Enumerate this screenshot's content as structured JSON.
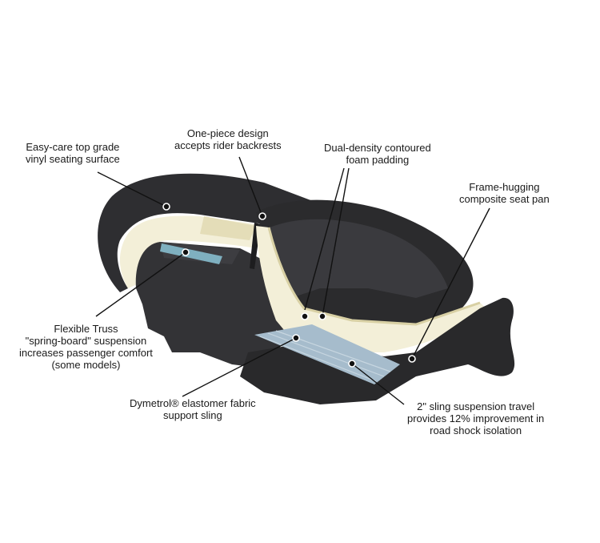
{
  "diagram": {
    "subject": "Motorcycle seat cutaway",
    "colors": {
      "vinyl": "#2b2b2d",
      "vinyl_highlight": "#4a4a4e",
      "foam": "#f3efd8",
      "foam_edge": "#d8d0a4",
      "sling": "#9fb6c8",
      "truss": "#7fb0c0",
      "leader": "#111111"
    },
    "callouts": [
      {
        "id": "vinyl-surface",
        "lines": [
          "Easy-care top grade",
          "vinyl seating surface"
        ]
      },
      {
        "id": "one-piece",
        "lines": [
          "One-piece design",
          "accepts rider backrests"
        ]
      },
      {
        "id": "foam",
        "lines": [
          "Dual-density contoured",
          "foam padding"
        ]
      },
      {
        "id": "seat-pan",
        "lines": [
          "Frame-hugging",
          "composite seat pan"
        ]
      },
      {
        "id": "truss",
        "lines": [
          "Flexible Truss",
          "\"spring-board\" suspension",
          "increases passenger comfort",
          "(some models)"
        ]
      },
      {
        "id": "sling",
        "lines": [
          "Dymetrol® elastomer fabric",
          "support sling"
        ]
      },
      {
        "id": "travel",
        "lines": [
          "2\" sling suspension travel",
          "provides 12% improvement in",
          "road shock isolation"
        ]
      }
    ]
  }
}
